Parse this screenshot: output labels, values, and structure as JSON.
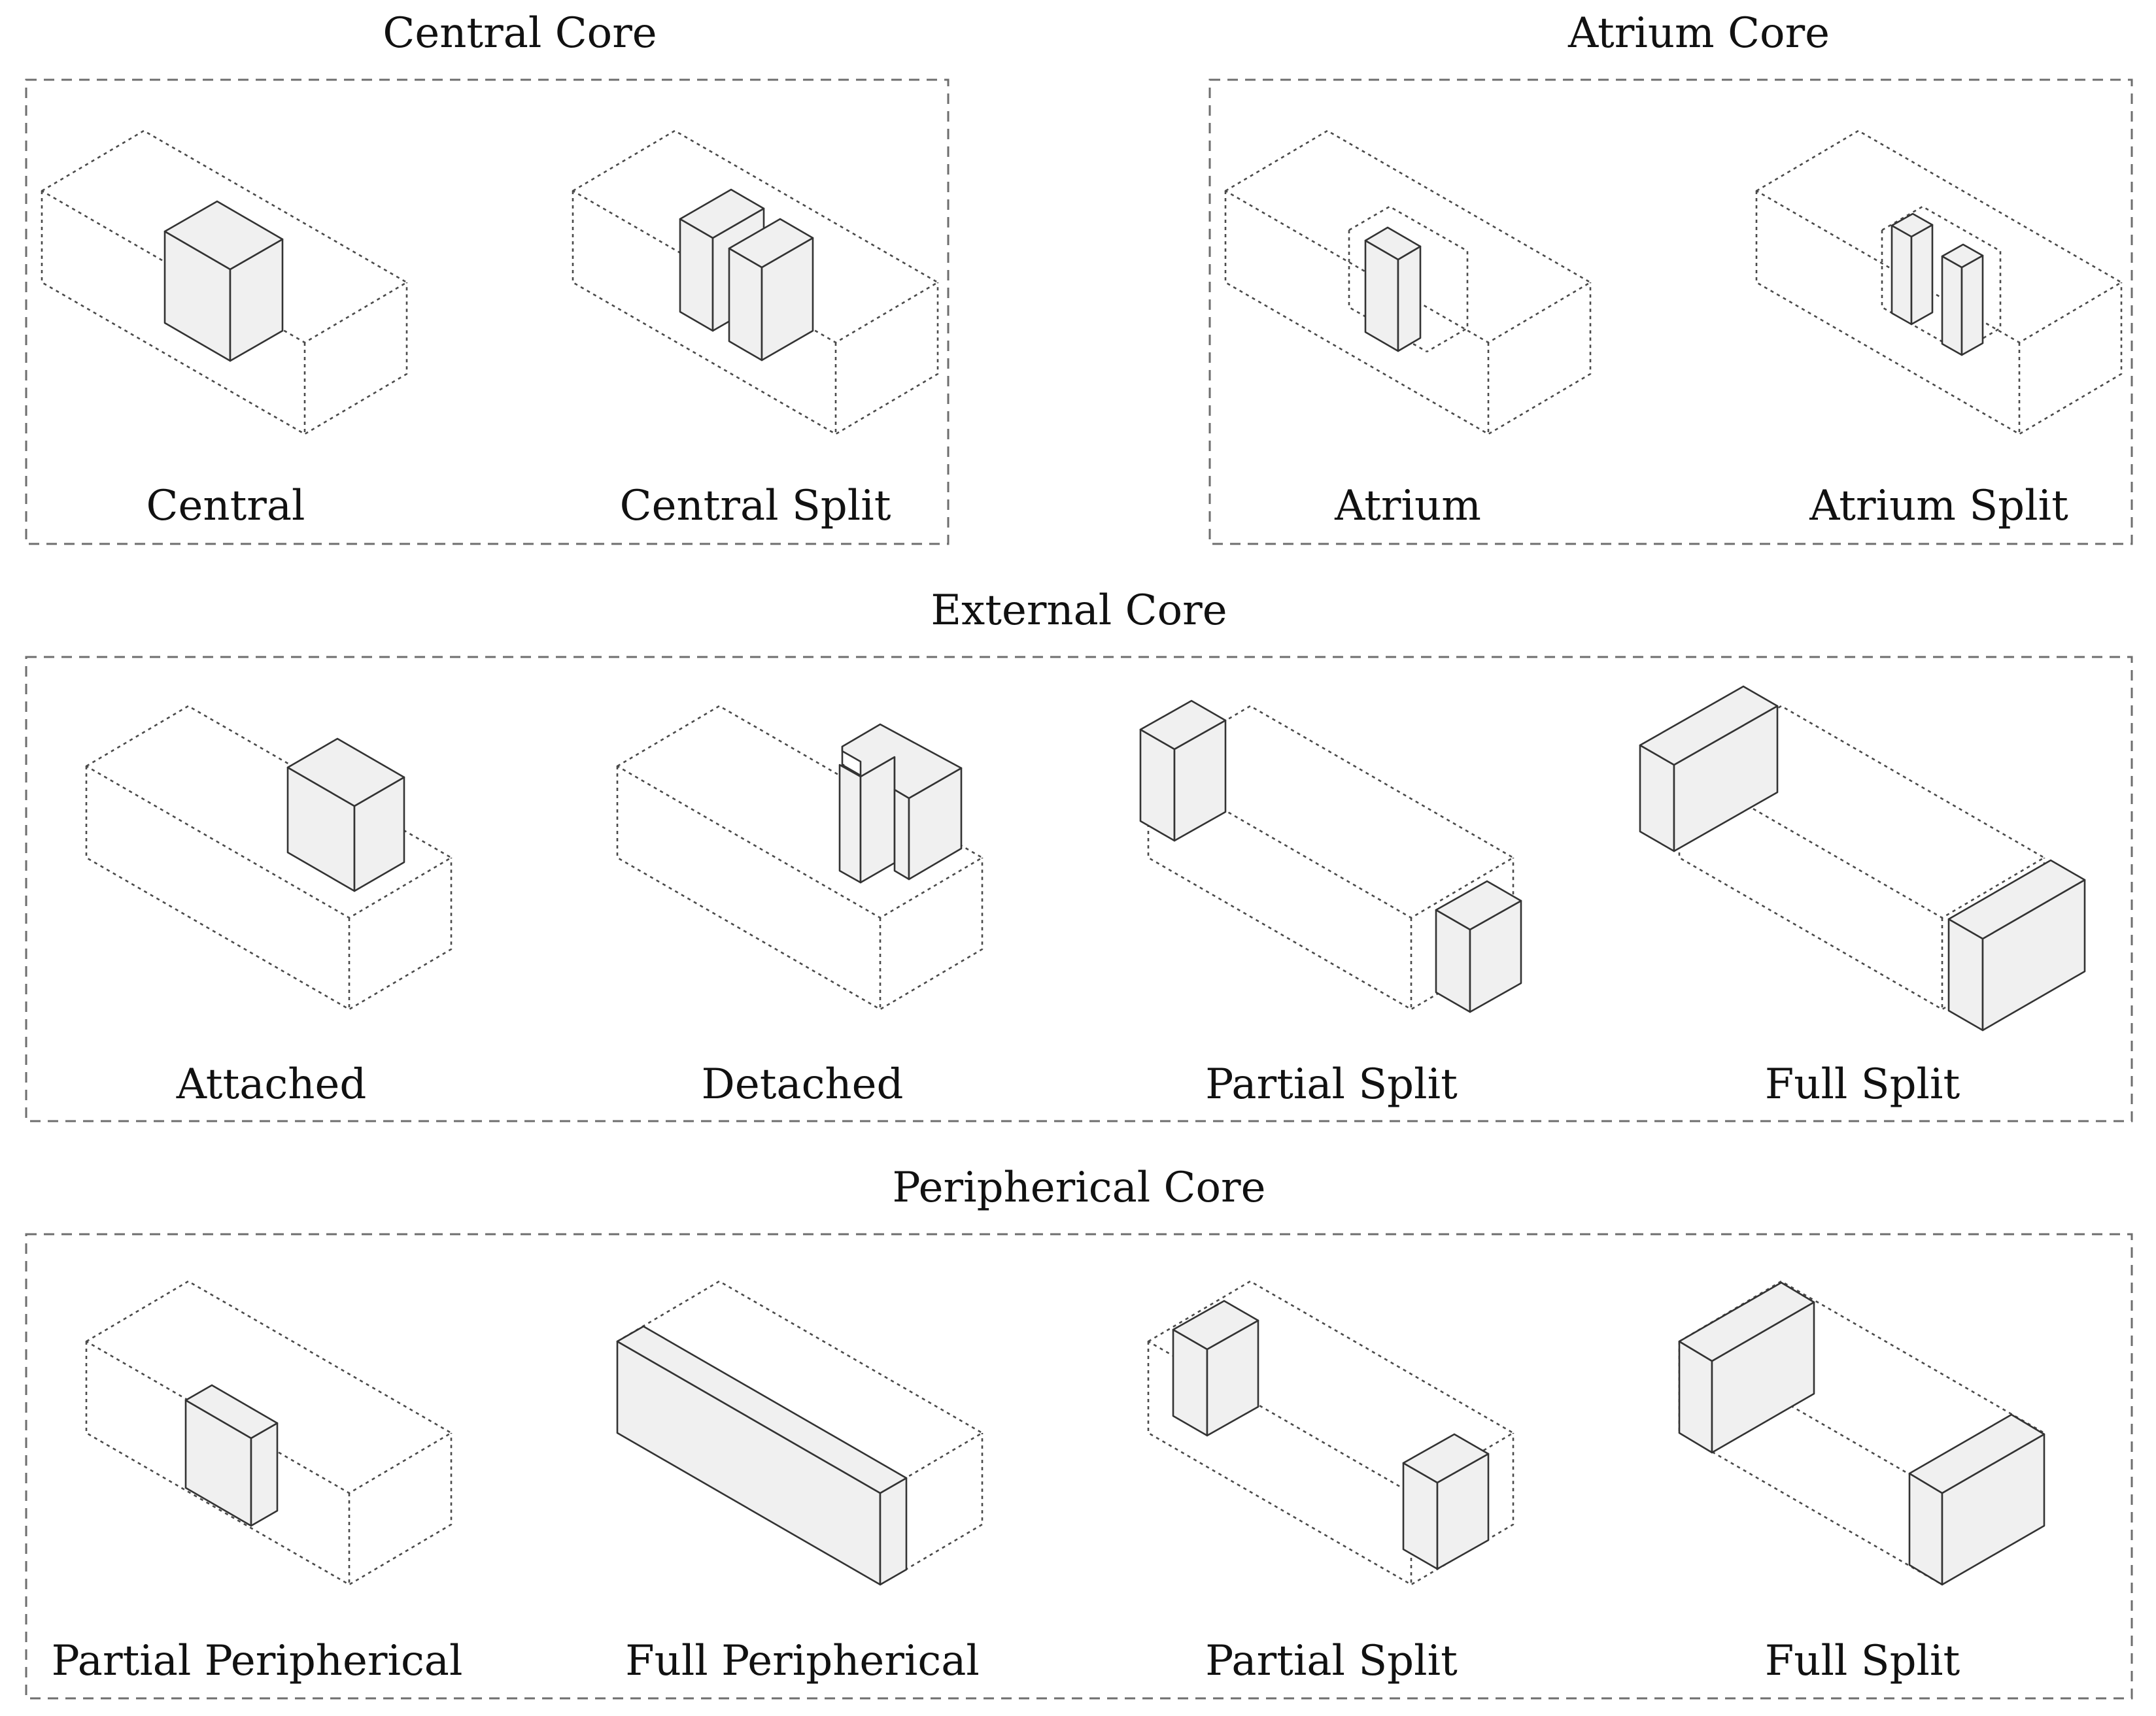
{
  "groups": [
    {
      "id": "central",
      "title": "Central Core",
      "cells": [
        {
          "id": "central",
          "label": "Central"
        },
        {
          "id": "central-split",
          "label": "Central Split"
        }
      ]
    },
    {
      "id": "atrium",
      "title": "Atrium Core",
      "cells": [
        {
          "id": "atrium",
          "label": "Atrium"
        },
        {
          "id": "atrium-split",
          "label": "Atrium Split"
        }
      ]
    },
    {
      "id": "external",
      "title": "External Core",
      "cells": [
        {
          "id": "attached",
          "label": "Attached"
        },
        {
          "id": "detached",
          "label": "Detached"
        },
        {
          "id": "partial-split",
          "label": "Partial Split"
        },
        {
          "id": "full-split",
          "label": "Full Split"
        }
      ]
    },
    {
      "id": "peripheral",
      "title": "Peripherical Core",
      "cells": [
        {
          "id": "partial-peripherical",
          "label": "Partial Peripherical"
        },
        {
          "id": "full-peripherical",
          "label": "Full Peripherical"
        },
        {
          "id": "partial-split",
          "label": "Partial Split"
        },
        {
          "id": "full-split",
          "label": "Full Split"
        }
      ]
    }
  ],
  "colors": {
    "core_fill": "#f0f0f0",
    "core_stroke": "#333333",
    "ghost_stroke": "#4a4a4a",
    "frame_stroke": "#6e6e6e",
    "text": "#111111",
    "background": "#ffffff"
  }
}
